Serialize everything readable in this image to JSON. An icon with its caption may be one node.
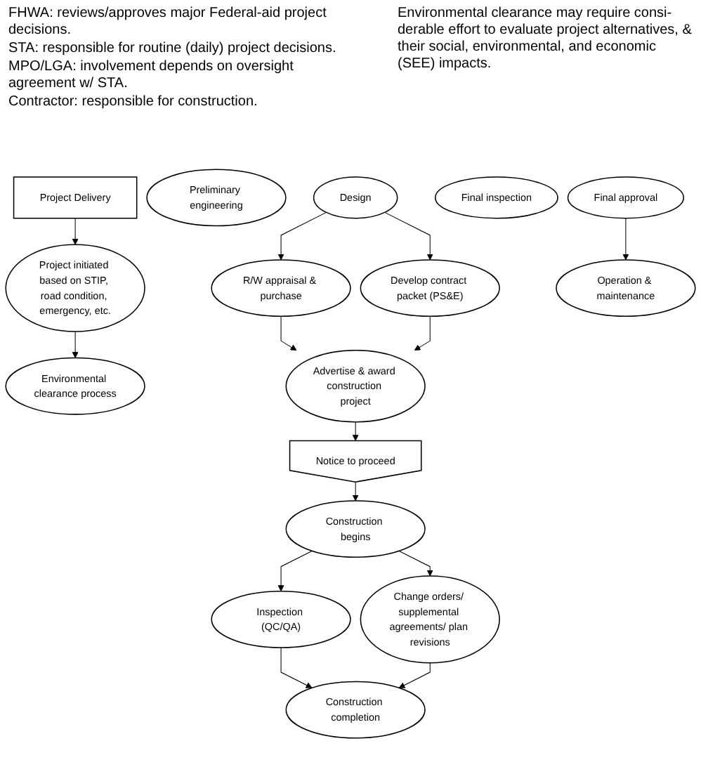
{
  "diagram": {
    "nodes": [
      {
        "text": [
          "Project Delivery"
        ]
      },
      {
        "text": [
          "Project initiated based on STIP, road condition, emergency, etc."
        ]
      },
      {
        "text": [
          "Environmental clearance process"
        ]
      },
      {
        "text": [
          "Preliminary engineering"
        ]
      },
      {
        "text": [
          "Design"
        ]
      },
      {
        "text": [
          "R/W appraisal & purchase"
        ]
      },
      {
        "text": [
          "Develop contract packet (PS&E)"
        ]
      },
      {
        "text": [
          "Advertise & award construction project"
        ]
      },
      {
        "text": [
          "Notice to proceed"
        ]
      },
      {
        "text": [
          "Construction begins"
        ]
      },
      {
        "text": [
          "Inspection (QC/QA)"
        ]
      },
      {
        "text": [
          "Change orders/ supplemental agreements/ plan revisions"
        ]
      },
      {
        "text": [
          "Construction completion"
        ]
      },
      {
        "text": [
          "Final inspection"
        ]
      },
      {
        "text": [
          "Final approval"
        ]
      },
      {
        "text": [
          "Operation & maintenance"
        ]
      }
    ],
    "edges": [
      {
        "from": 0,
        "to": 1,
        "arrow": "to"
      },
      {
        "from": 1,
        "to": 2,
        "arrow": "to"
      },
      {
        "from": 4,
        "to": 5,
        "arrow": "to"
      },
      {
        "from": 4,
        "to": 6,
        "arrow": "to"
      },
      {
        "from": 5,
        "to": 7,
        "arrow": "to"
      },
      {
        "from": 6,
        "to": 7,
        "arrow": "to"
      },
      {
        "from": 7,
        "to": 8,
        "arrow": "to"
      },
      {
        "from": 8,
        "to": 9,
        "arrow": "to"
      },
      {
        "from": 9,
        "to": 10,
        "arrow": "to"
      },
      {
        "from": 9,
        "to": 11,
        "arrow": "to"
      },
      {
        "from": 10,
        "to": 12,
        "arrow": "to"
      },
      {
        "from": 11,
        "to": 12,
        "arrow": "to"
      },
      {
        "from": 14,
        "to": 15,
        "arrow": "to"
      }
    ],
    "labels": [
      "Environmental clearance may require consi-derable effort to evaluate project alternatives, & their social, environmental, and economic (SEE) impacts.",
      "FHWA: reviews/approves major Federal-aid project decisions.",
      "STA: responsible for routine (daily) project decisions.",
      "MPO/LGA: involvement depends on oversight agreement w/ STA.",
      "Contractor: responsible for construction."
    ]
  }
}
